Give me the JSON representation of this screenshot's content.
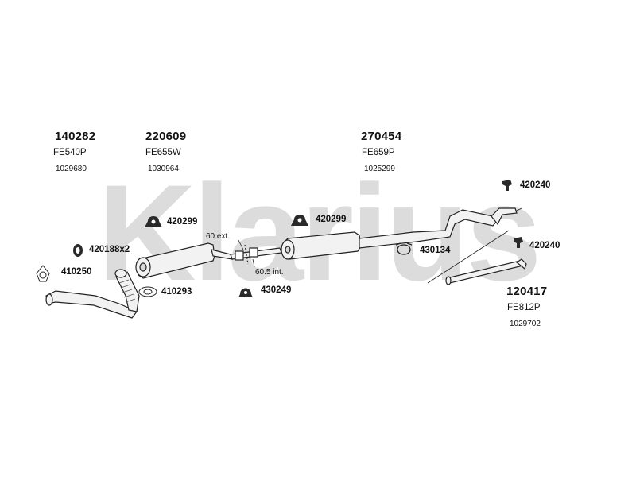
{
  "watermark": {
    "text": "Klarius",
    "color": "#dcdcdc"
  },
  "colors": {
    "line": "#222222",
    "part_fill": "#f2f2f2",
    "part_shade": "#d8d8d8",
    "rubber": "#2a2a2a"
  },
  "assemblies": [
    {
      "number": "140282",
      "ref": "FE540P",
      "code": "1029680"
    },
    {
      "number": "220609",
      "ref": "FE655W",
      "code": "1030964"
    },
    {
      "number": "270454",
      "ref": "FE659P",
      "code": "1025299"
    },
    {
      "number": "120417",
      "ref": "FE812P",
      "code": "1029702"
    }
  ],
  "parts": [
    {
      "number": "420240",
      "icon": "hanger-icon"
    },
    {
      "number": "420299",
      "icon": "rubber-mount-icon"
    },
    {
      "number": "420299",
      "icon": "rubber-mount-icon"
    },
    {
      "number": "420188x2",
      "icon": "rubber-ring-icon"
    },
    {
      "number": "430134",
      "icon": "clamp-icon"
    },
    {
      "number": "420240",
      "icon": "hanger-icon"
    },
    {
      "number": "410250",
      "icon": "gasket-icon"
    },
    {
      "number": "410293",
      "icon": "gasket-icon"
    },
    {
      "number": "430249",
      "icon": "clamp-icon"
    }
  ],
  "dimensions": {
    "ext": "60 ext.",
    "int": "60.5 int."
  }
}
